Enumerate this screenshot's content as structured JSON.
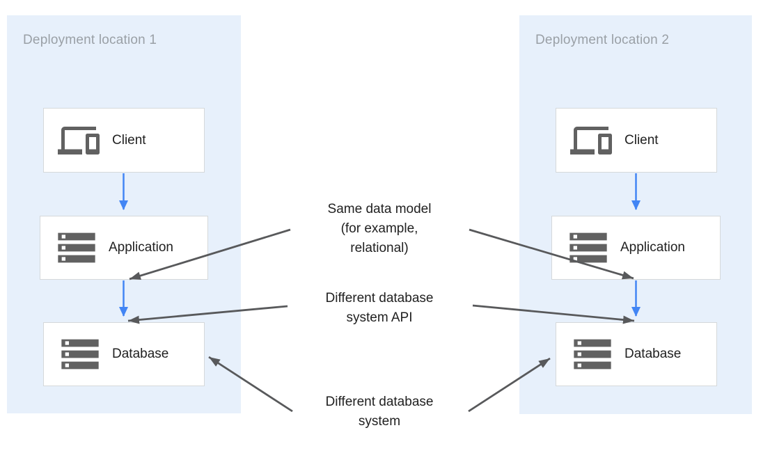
{
  "panels": [
    {
      "title": "Deployment location 1",
      "nodes": [
        {
          "label": "Client",
          "icon": "devices-icon"
        },
        {
          "label": "Application",
          "icon": "storage-icon"
        },
        {
          "label": "Database",
          "icon": "storage-icon"
        }
      ]
    },
    {
      "title": "Deployment location 2",
      "nodes": [
        {
          "label": "Client",
          "icon": "devices-icon"
        },
        {
          "label": "Application",
          "icon": "storage-icon"
        },
        {
          "label": "Database",
          "icon": "storage-icon"
        }
      ]
    }
  ],
  "annotations": [
    {
      "lines": [
        "Same data model",
        "(for example,",
        "relational)"
      ]
    },
    {
      "lines": [
        "Different database",
        "system API"
      ]
    },
    {
      "lines": [
        "Different database",
        "system"
      ]
    }
  ],
  "colors": {
    "panel_background": "#e7f0fb",
    "box_border": "#d5d8da",
    "flow_arrow_blue": "#4285f4",
    "pointer_arrow_gray": "#58595b",
    "panel_title_gray": "#9aa0a6",
    "label_text": "#212121",
    "icon_gray": "#616161"
  }
}
